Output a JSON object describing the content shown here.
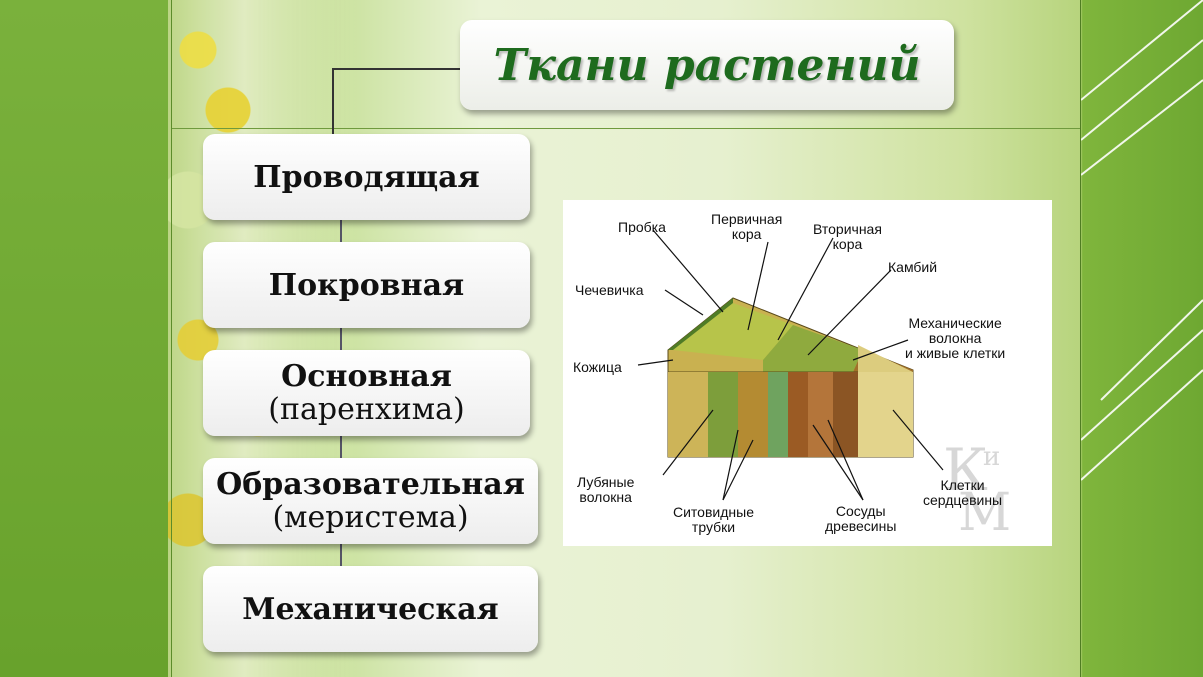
{
  "title": "Ткани растений",
  "tissues": [
    {
      "main": "Проводящая",
      "sub": ""
    },
    {
      "main": "Покровная",
      "sub": ""
    },
    {
      "main": "Основная",
      "sub": "(паренхима)"
    },
    {
      "main": "Образовательная",
      "sub": "(меристема)"
    },
    {
      "main": "Механическая",
      "sub": ""
    }
  ],
  "diagram": {
    "labels": {
      "probka": "Пробка",
      "pervichnaya_kora": "Первичная\nкора",
      "vtorichnaya_kora": "Вторичная\nкора",
      "kambiy": "Камбий",
      "chechevichka": "Чечевичка",
      "mekh_volokna": "Механические\nволокна\nи живые клетки",
      "kozhitsa": "Кожица",
      "lubyanye_volokna": "Лубяные\nволокна",
      "sitovidnye_trubki": "Ситовидные\nтрубки",
      "sosudy": "Сосуды\nдревесины",
      "kletki_serdceviny": "Клетки\nсердцевины"
    },
    "watermark": "КиМ"
  },
  "colors": {
    "title_text": "#1e6b1e",
    "background_green": "#74a93a"
  }
}
